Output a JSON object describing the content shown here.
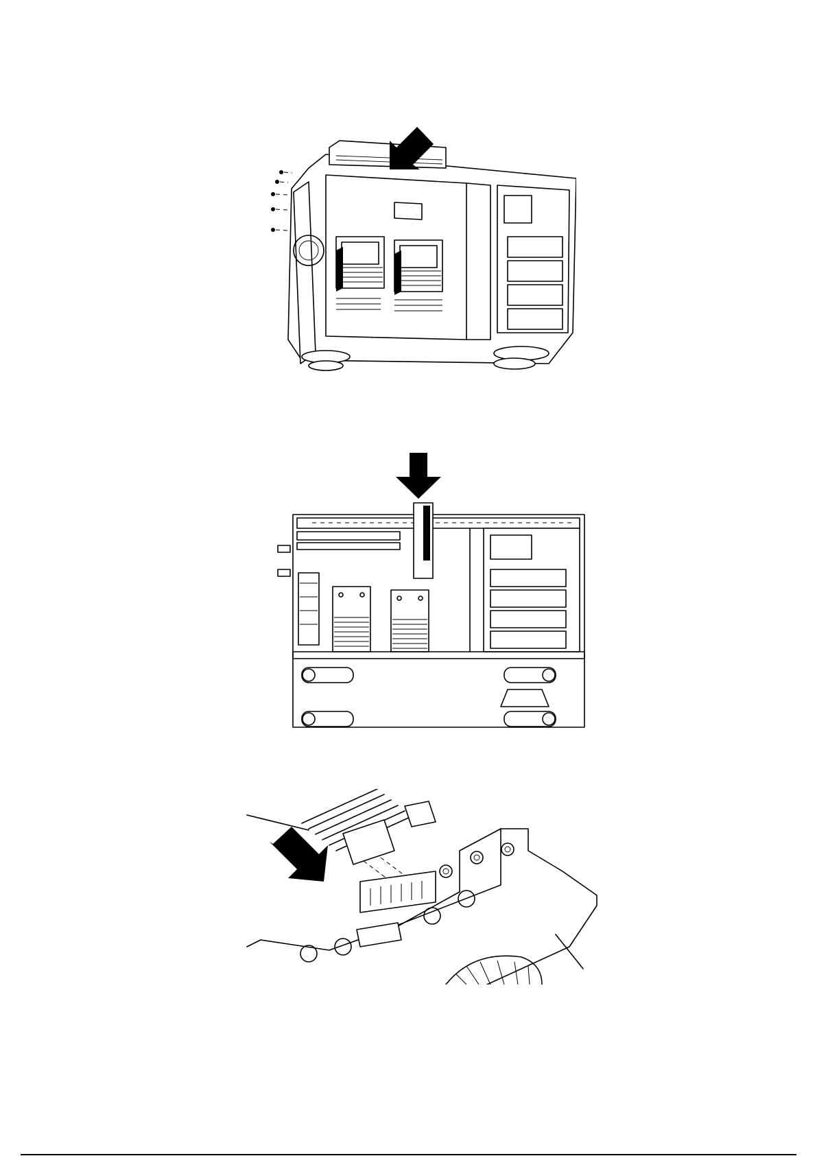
{
  "figures": [
    {
      "id": "fig1",
      "icon": "arrow-diagonal-down-left-icon"
    },
    {
      "id": "fig2",
      "icon": "arrow-down-icon"
    },
    {
      "id": "fig3",
      "icon": "arrow-diagonal-down-right-icon"
    }
  ],
  "colors": {
    "ink": "#000000",
    "paper": "#ffffff"
  }
}
